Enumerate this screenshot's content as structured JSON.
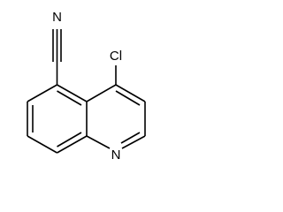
{
  "molecule": {
    "atoms": {
      "nitrile_n": "N",
      "chlorine": "Cl",
      "ring_n": "N"
    },
    "colors": {
      "bond": "#000000",
      "label": "#000000",
      "background": "#ffffff"
    }
  }
}
